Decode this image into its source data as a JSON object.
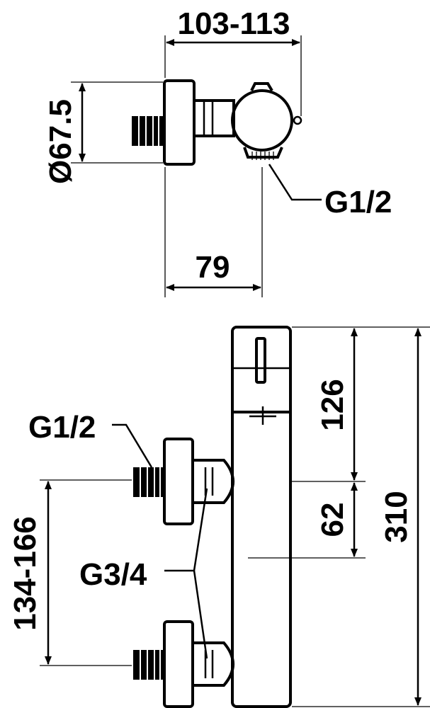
{
  "top_view": {
    "width_dimension": "103-113",
    "diameter_dimension": "Ø67.5",
    "depth_dimension": "79",
    "outlet_thread": "G1/2"
  },
  "front_view": {
    "inlet_thread": "G1/2",
    "connection_thread": "G3/4",
    "inlet_spacing": "134-166",
    "upper_height": "126",
    "middle_height": "62",
    "total_height": "310"
  }
}
